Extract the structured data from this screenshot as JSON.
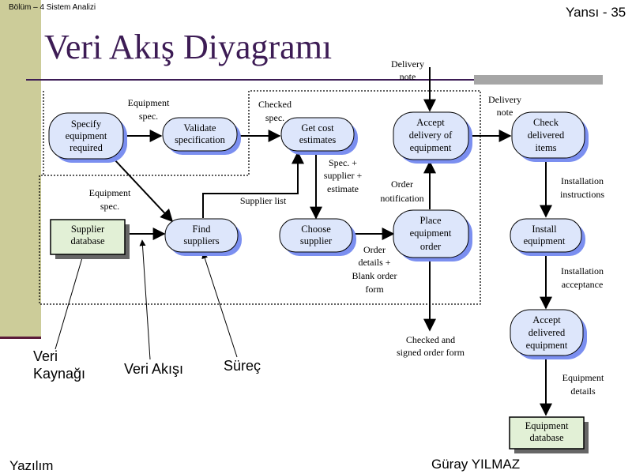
{
  "header": {
    "section": "Bölüm – 4 Sistem Analizi",
    "slide": "Yansı - 35"
  },
  "title": "Veri Akış Diyagramı",
  "processes": {
    "specify": [
      "Specify",
      "equipment",
      "required"
    ],
    "validate": [
      "Validate",
      "specification"
    ],
    "get_cost": [
      "Get cost",
      "estimates"
    ],
    "accept_delivery": [
      "Accept",
      "delivery of",
      "equipment"
    ],
    "check_items": [
      "Check",
      "delivered",
      "items"
    ],
    "find_suppliers": [
      "Find",
      "suppliers"
    ],
    "choose_supplier": [
      "Choose",
      "supplier"
    ],
    "place_order": [
      "Place",
      "equipment",
      "order"
    ],
    "install": [
      "Install",
      "equipment"
    ],
    "accept_equipment": [
      "Accept",
      "delivered",
      "equipment"
    ]
  },
  "stores": {
    "supplier_db": [
      "Supplier",
      "database"
    ],
    "equipment_db": [
      "Equipment",
      "database"
    ]
  },
  "flows": {
    "equipment_spec_1": [
      "Equipment",
      "spec."
    ],
    "checked_spec": [
      "Checked",
      "spec."
    ],
    "delivery_note_top": [
      "Delivery",
      "note"
    ],
    "delivery_note_right": [
      "Delivery",
      "note"
    ],
    "equipment_spec_2": [
      "Equipment",
      "spec."
    ],
    "supplier_list": [
      "Supplier list"
    ],
    "spec_supplier_estimate": [
      "Spec. +",
      "supplier +",
      "estimate"
    ],
    "order_notification": [
      "Order",
      "notification"
    ],
    "order_details": [
      "Order",
      "details +",
      "Blank order",
      "form"
    ],
    "checked_signed": [
      "Checked and",
      "signed order form"
    ],
    "installation_instructions": [
      "Installation",
      "instructions"
    ],
    "installation_acceptance": [
      "Installation",
      "acceptance"
    ],
    "equipment_details": [
      "Equipment",
      "details"
    ]
  },
  "legend": {
    "data_source": [
      "Veri",
      "Kaynağı"
    ],
    "data_flow": "Veri Akışı",
    "process": "Süreç"
  },
  "footer": {
    "left": "Yazılım",
    "right": "Güray YILMAZ"
  },
  "colors": {
    "title": "#3d1c55",
    "sidebar": "#cccc99",
    "process_fill": "#dde6fb",
    "process_shadow": "#7b8ff0",
    "store_fill": "#e2f0d6"
  }
}
